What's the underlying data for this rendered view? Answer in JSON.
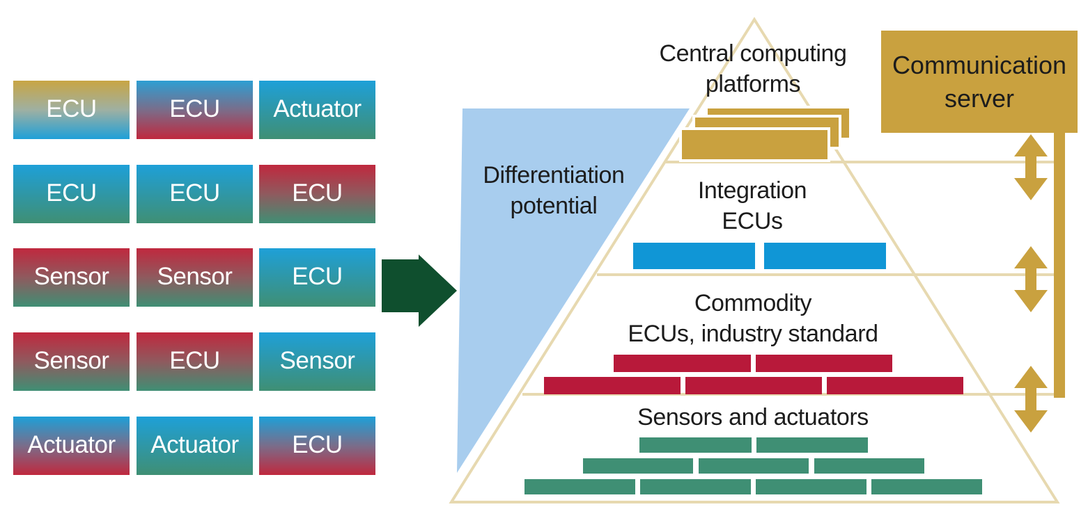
{
  "tiles": [
    {
      "label": "ECU",
      "style": "g-gold-blue"
    },
    {
      "label": "ECU",
      "style": "g-red-blue"
    },
    {
      "label": "Actuator",
      "style": "g-blue-teal"
    },
    {
      "label": "ECU",
      "style": "g-blue-teal"
    },
    {
      "label": "ECU",
      "style": "g-blue-teal"
    },
    {
      "label": "ECU",
      "style": "g-red-teal"
    },
    {
      "label": "Sensor",
      "style": "g-red-teal"
    },
    {
      "label": "Sensor",
      "style": "g-red-teal"
    },
    {
      "label": "ECU",
      "style": "g-blue-teal"
    },
    {
      "label": "Sensor",
      "style": "g-red-teal"
    },
    {
      "label": "ECU",
      "style": "g-red-teal"
    },
    {
      "label": "Sensor",
      "style": "g-blue-teal"
    },
    {
      "label": "Actuator",
      "style": "g-blue-red"
    },
    {
      "label": "Actuator",
      "style": "g-blue-teal"
    },
    {
      "label": "ECU",
      "style": "g-blue-red"
    }
  ],
  "pyramid": {
    "top_label_line1": "Central computing",
    "top_label_line2": "platforms",
    "level2_line1": "Integration",
    "level2_line2": "ECUs",
    "level3_line1": "Commodity",
    "level3_line2": "ECUs, industry standard",
    "level4": "Sensors and actuators"
  },
  "differentiation": {
    "line1": "Differentiation",
    "line2": "potential"
  },
  "server": {
    "line1": "Communication",
    "line2": "server"
  },
  "colors": {
    "gold": "#c9a13f",
    "blue": "#1096d6",
    "red": "#b8193a",
    "teal": "#3f8f74",
    "arrow_green": "#0f4f2e",
    "triangle_fill": "#a8cdee",
    "pyramid_outline": "#e7d9b0"
  }
}
